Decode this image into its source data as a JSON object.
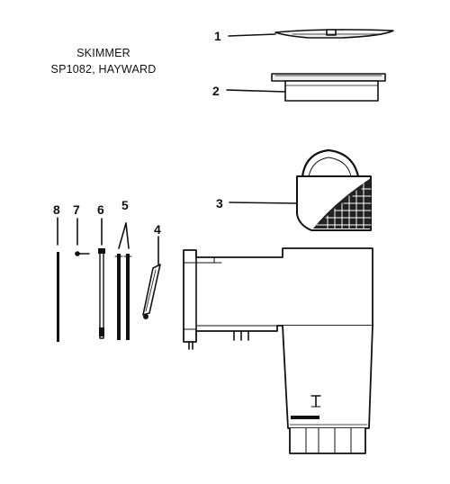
{
  "title": {
    "line1": "SKIMMER",
    "line2": "SP1082, HAYWARD"
  },
  "part_numbers": {
    "p1": "1",
    "p2": "2",
    "p3": "3",
    "p4": "4",
    "p5": "5",
    "p6": "6",
    "p7": "7",
    "p8": "8"
  },
  "colors": {
    "ink": "#111111",
    "paper": "#ffffff",
    "shade": "#d8d8d8"
  }
}
